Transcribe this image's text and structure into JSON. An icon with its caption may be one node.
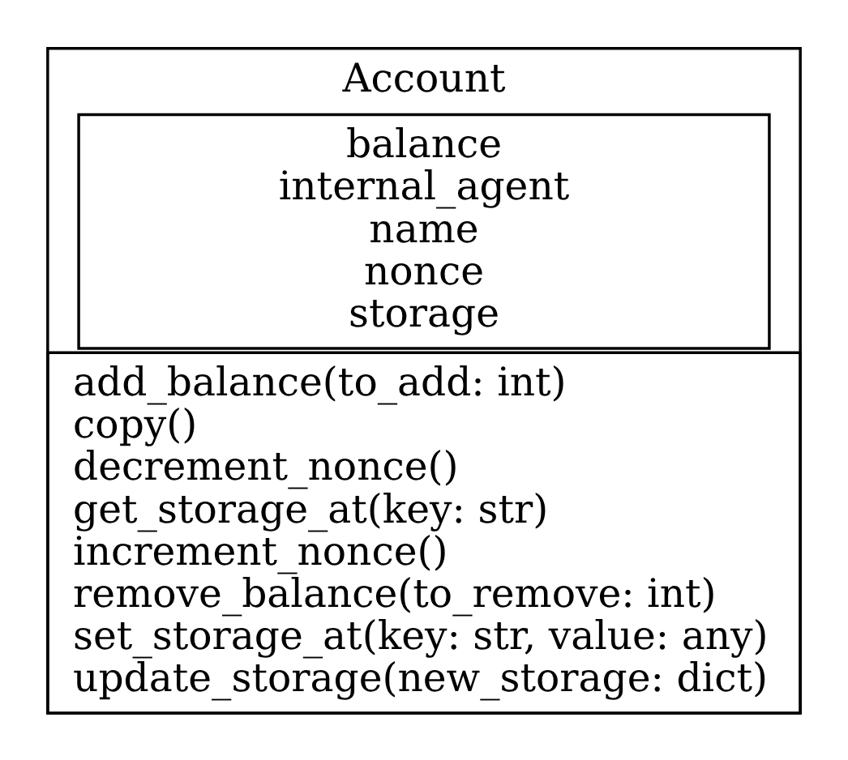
{
  "diagram": {
    "nodes": [
      {
        "text": [
          "Account"
        ]
      },
      {
        "text": [
          "balance",
          "internal_agent",
          "name",
          "nonce",
          "storage"
        ],
        "in": 0
      },
      {
        "text": [
          "add_balance(to_add: int)",
          "copy()",
          "decrement_nonce()",
          "get_storage_at(key: str)",
          "increment_nonce()",
          "remove_balance(to_remove: int)",
          "set_storage_at(key: str, value: any)",
          "update_storage(new_storage: dict)"
        ],
        "in": 0
      }
    ]
  }
}
